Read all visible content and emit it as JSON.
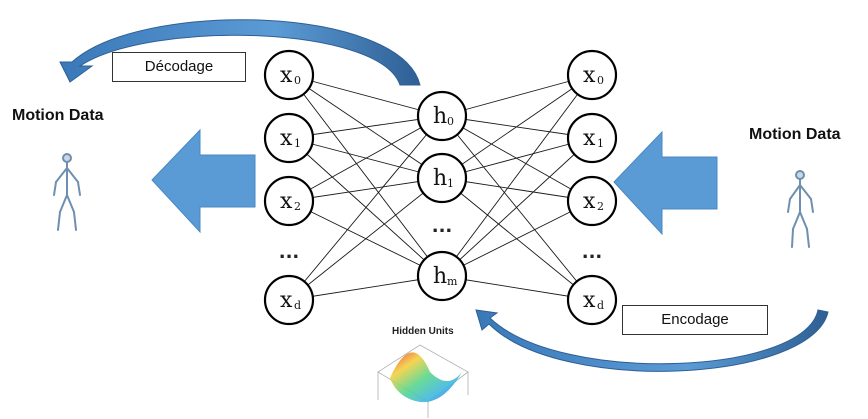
{
  "labels": {
    "decode": "Décodage",
    "encode": "Encodage",
    "motion_left": "Motion Data",
    "motion_right": "Motion Data",
    "hidden_units": "Hidden Units"
  },
  "input_nodes": [
    {
      "main": "x",
      "sub": "0"
    },
    {
      "main": "x",
      "sub": "1"
    },
    {
      "main": "x",
      "sub": "2"
    },
    {
      "main": "x",
      "sub": "d"
    }
  ],
  "hidden_nodes": [
    {
      "main": "h",
      "sub": "0"
    },
    {
      "main": "h",
      "sub": "1"
    },
    {
      "main": "h",
      "sub": "m"
    }
  ],
  "output_nodes": [
    {
      "main": "x",
      "sub": "0"
    },
    {
      "main": "x",
      "sub": "1"
    },
    {
      "main": "x",
      "sub": "2"
    },
    {
      "main": "x",
      "sub": "d"
    }
  ],
  "ellipsis": "...",
  "colors": {
    "arrow_fill": "#5b9bd5",
    "arrow_dark": "#2e6da4",
    "figure": "#6f8fb0"
  }
}
